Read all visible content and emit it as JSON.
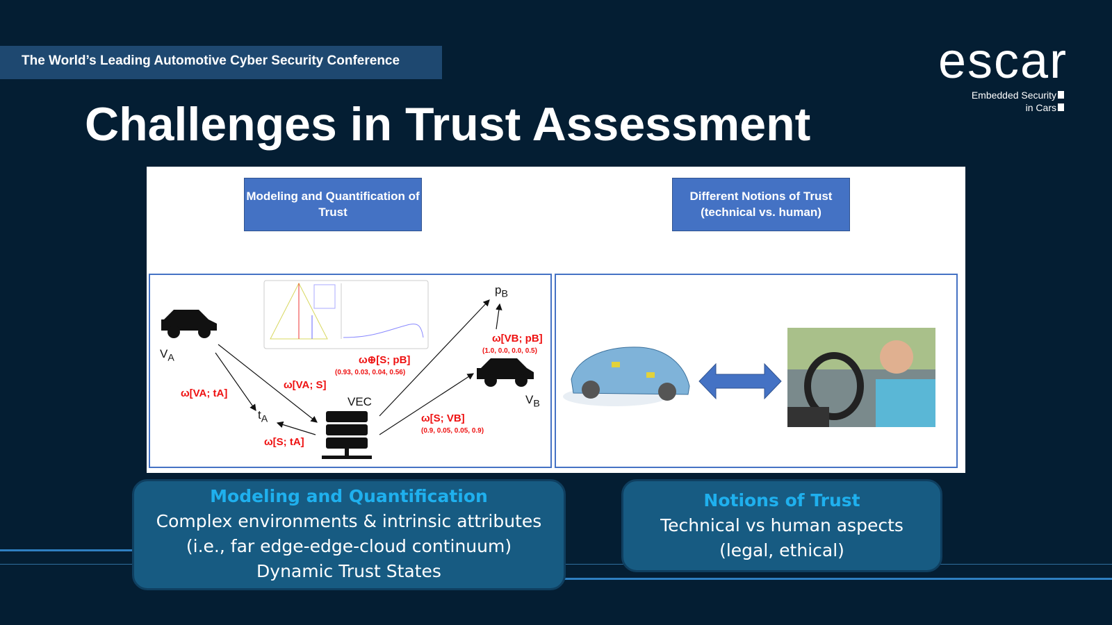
{
  "banner": "The World’s Leading Automotive Cyber Security Conference",
  "title": "Challenges in Trust Assessment",
  "logo": {
    "word": "escar",
    "line1": "Embedded Security",
    "line2": "in Cars"
  },
  "panel": {
    "left_header": "Modeling and Quantification of Trust",
    "right_header": "Different Notions of Trust (technical vs. human)",
    "diagram": {
      "va": "V",
      "va_sub": "A",
      "vb": "V",
      "vb_sub": "B",
      "pb": "p",
      "pb_sub": "B",
      "ta": "t",
      "ta_sub": "A",
      "vec": "VEC",
      "w_va_ta": "ω[VA; tA]",
      "w_va_s": "ω[VA; S]",
      "w_s_ta": "ω[S; tA]",
      "w_s_pb": "ω⊕[S; pB]",
      "w_s_pb_vals": "(0.93, 0.03, 0.04, 0.56)",
      "w_s_vb": "ω[S; VB]",
      "w_s_vb_vals": "(0.9, 0.05, 0.05, 0.9)",
      "w_vb_pb": "ω[VB; pB]",
      "w_vb_pb_vals": "(1.0, 0.0, 0.0, 0.5)"
    }
  },
  "boxes": {
    "left": {
      "heading": "Modeling and Quantification",
      "lines": [
        "Complex environments & intrinsic attributes",
        "(i.e., far edge-edge-cloud continuum)",
        "Dynamic Trust States"
      ]
    },
    "right": {
      "heading": "Notions of Trust",
      "lines": [
        "Technical vs human aspects",
        "(legal, ethical)"
      ]
    }
  }
}
